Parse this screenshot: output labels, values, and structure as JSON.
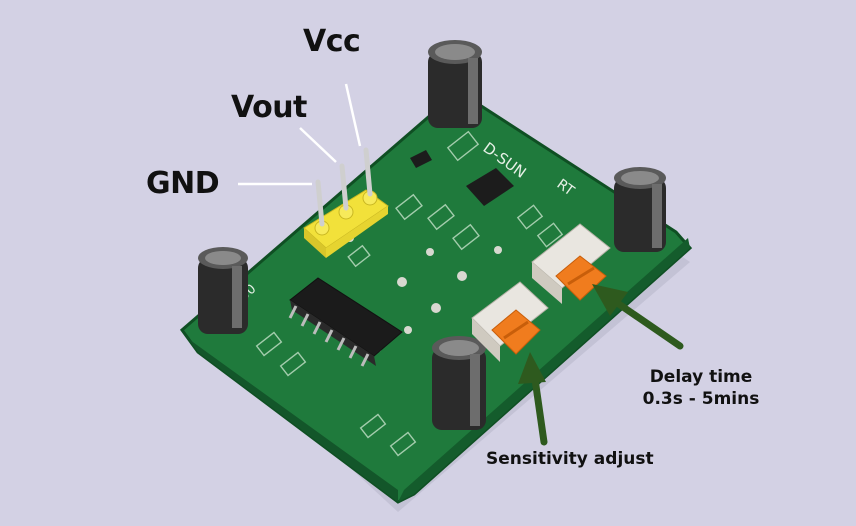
{
  "pins": {
    "vcc": "Vcc",
    "vout": "Vout",
    "gnd": "GND"
  },
  "annotations": {
    "delay_line1": "Delay time",
    "delay_line2": "0.3s - 5mins",
    "sensitivity": "Sensitivity adjust"
  },
  "board": {
    "silkscreen_brand": "D-SUN",
    "silkscreen_rt": "RT",
    "silkscreen_code": "1000"
  },
  "colors": {
    "background": "#d3d1e4",
    "pcb": "#1f7a3c",
    "header": "#f2e13a",
    "potentiometer": "#f07c1e",
    "arrow": "#2e5a1e",
    "capacitor": "#2b2b2b"
  }
}
